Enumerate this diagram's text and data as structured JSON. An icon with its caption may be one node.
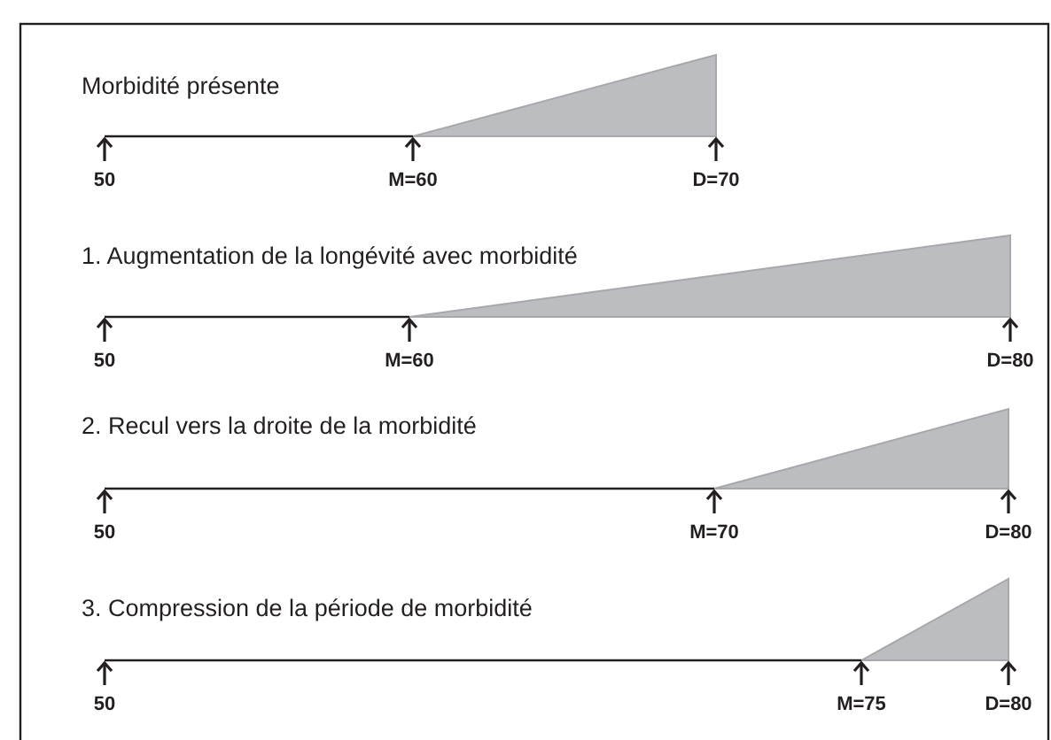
{
  "diagram": {
    "labels": [
      "Morbidité présente",
      "50",
      "M=60",
      "D=70",
      "1. Augmentation de la longévité avec morbidité",
      "50",
      "M=60",
      "D=80",
      "2. Recul vers la droite de la morbidité",
      "50",
      "M=70",
      "D=80",
      "3. Compression de la période de morbidité",
      "50",
      "M=75",
      "D=80"
    ]
  }
}
